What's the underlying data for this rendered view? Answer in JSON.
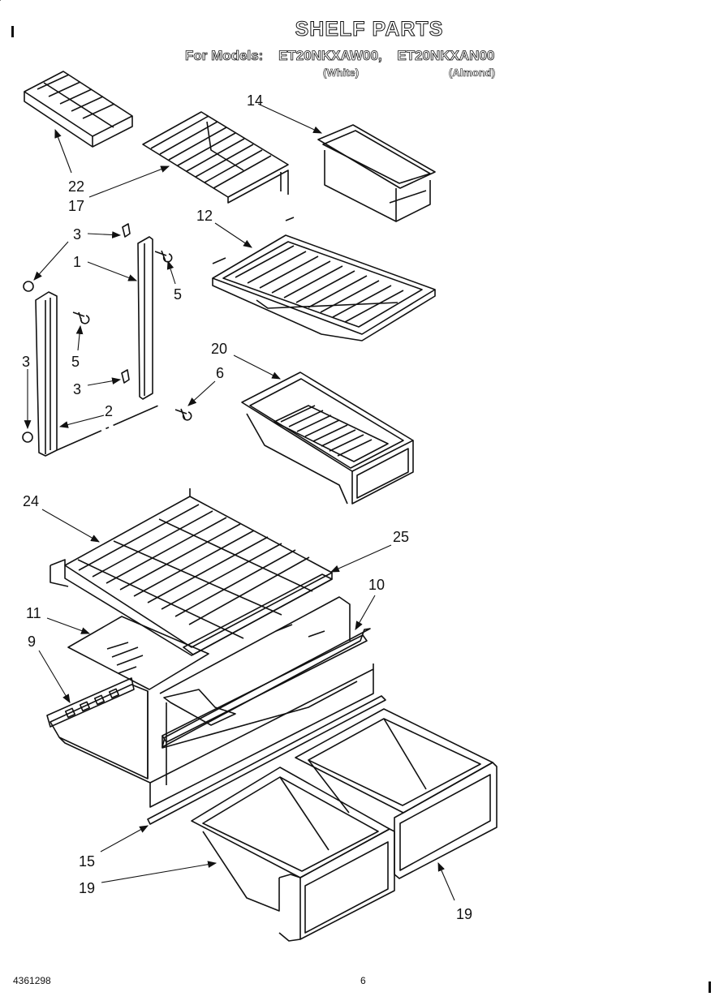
{
  "header": {
    "title": "SHELF PARTS",
    "models_label": "For Models:",
    "models": [
      "ET20NKXAW00,",
      "ET20NKXAN00"
    ],
    "variants": [
      "(White)",
      "(Almond)"
    ]
  },
  "callouts": [
    {
      "id": "c22",
      "text": "22"
    },
    {
      "id": "c17",
      "text": "17"
    },
    {
      "id": "c14",
      "text": "14"
    },
    {
      "id": "c3a",
      "text": "3"
    },
    {
      "id": "c1",
      "text": "1"
    },
    {
      "id": "c12",
      "text": "12"
    },
    {
      "id": "c5a",
      "text": "5"
    },
    {
      "id": "c5b",
      "text": "5"
    },
    {
      "id": "c3b",
      "text": "3"
    },
    {
      "id": "c3c",
      "text": "3"
    },
    {
      "id": "c20",
      "text": "20"
    },
    {
      "id": "c6",
      "text": "6"
    },
    {
      "id": "c2",
      "text": "2"
    },
    {
      "id": "c24",
      "text": "24"
    },
    {
      "id": "c25",
      "text": "25"
    },
    {
      "id": "c10",
      "text": "10"
    },
    {
      "id": "c11",
      "text": "11"
    },
    {
      "id": "c9",
      "text": "9"
    },
    {
      "id": "c15",
      "text": "15"
    },
    {
      "id": "c19a",
      "text": "19"
    },
    {
      "id": "c19b",
      "text": "19"
    }
  ],
  "footer": {
    "doc_number": "4361298",
    "page": "6"
  }
}
